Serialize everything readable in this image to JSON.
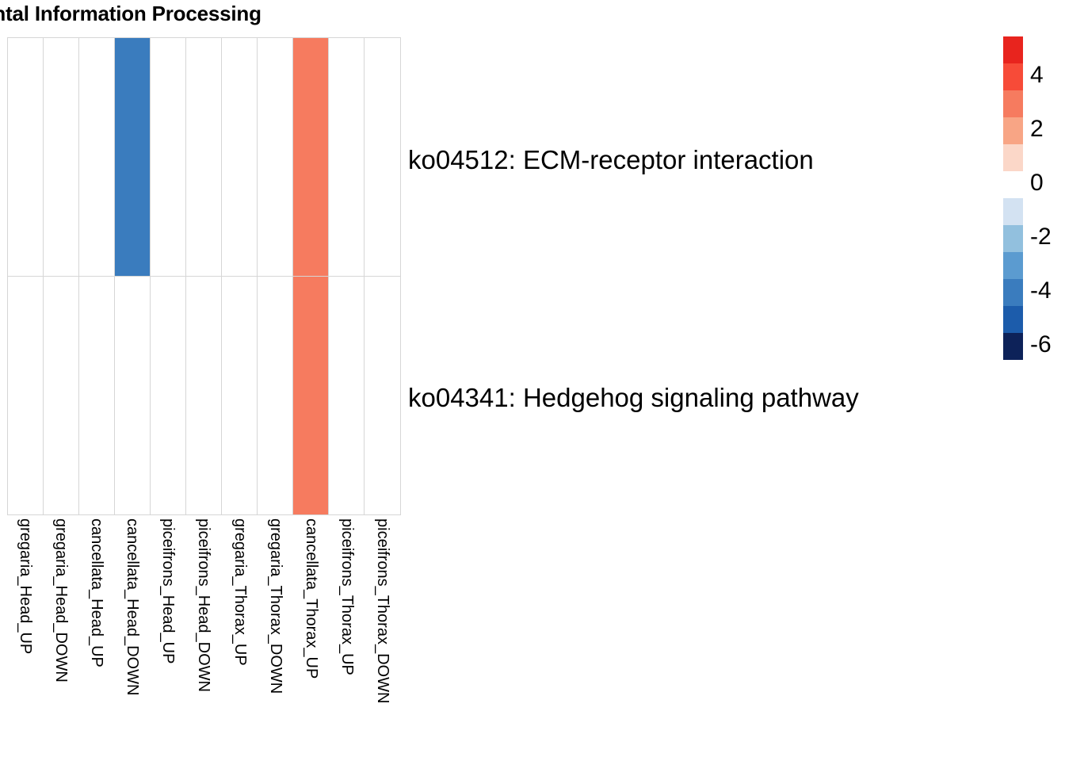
{
  "chart_data": {
    "type": "heatmap",
    "title": "ment: Environmental Information Processing",
    "title_full_visible": "ment: Environmental Information Processing",
    "xlabel": "",
    "ylabel": "",
    "grid": true,
    "legend_position": "right",
    "categories": [
      "gregaria_Head_UP",
      "gregaria_Head_DOWN",
      "cancellata_Head_UP",
      "cancellata_Head_DOWN",
      "piceifrons_Head_UP",
      "piceifrons_Head_DOWN",
      "gregaria_Thorax_UP",
      "gregaria_Thorax_DOWN",
      "cancellata_Thorax_UP",
      "piceifrons_Thorax_UP",
      "piceifrons_Thorax_DOWN"
    ],
    "rows": [
      "ko04512: ECM-receptor interaction",
      "ko04341: Hedgehog signaling pathway"
    ],
    "cells": [
      [
        null,
        null,
        null,
        -4.0,
        null,
        null,
        null,
        null,
        3.0,
        null,
        null
      ],
      [
        null,
        null,
        null,
        null,
        null,
        null,
        null,
        null,
        3.0,
        null,
        null
      ]
    ],
    "cell_colors": [
      [
        "#ffffff",
        "#ffffff",
        "#ffffff",
        "#3a7cbe",
        "#ffffff",
        "#ffffff",
        "#ffffff",
        "#ffffff",
        "#f67b5f",
        "#ffffff",
        "#ffffff"
      ],
      [
        "#ffffff",
        "#ffffff",
        "#ffffff",
        "#ffffff",
        "#ffffff",
        "#ffffff",
        "#ffffff",
        "#ffffff",
        "#f67b5f",
        "#ffffff",
        "#ffffff"
      ]
    ],
    "colorbar": {
      "ticks": [
        "4",
        "2",
        "0",
        "-2",
        "-4",
        "-6"
      ],
      "tick_values": [
        4,
        2,
        0,
        -2,
        -4,
        -6
      ],
      "range": [
        -7,
        5
      ],
      "blocks": [
        "#e8241e",
        "#f74b38",
        "#f67b5f",
        "#f8a585",
        "#fbd7c8",
        "#ffffff",
        "#d3e2f2",
        "#92c0de",
        "#5b9bd0",
        "#3a7cbe",
        "#1c5cab",
        "#0d2259"
      ]
    }
  },
  "styles": {
    "grid_line": "#d6d6d6",
    "background": "#ffffff",
    "text": "#000000"
  }
}
